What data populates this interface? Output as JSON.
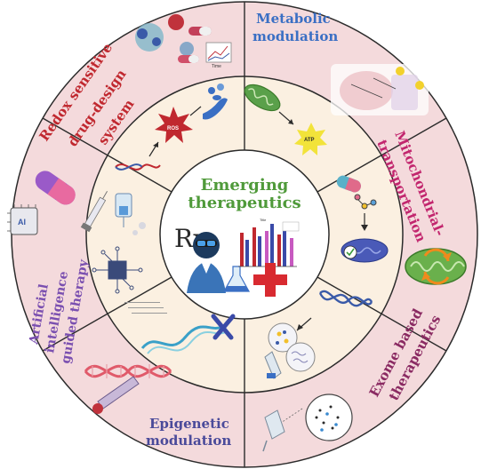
{
  "center": {
    "title_line1": "Emerging",
    "title_line2": "therapeutics",
    "rx_label": "Rx",
    "mini_chart_title": "Title"
  },
  "sectors": [
    {
      "id": "metabolic",
      "label_lines": [
        "Metabolic",
        "modulation"
      ],
      "color": "#3a6fc4"
    },
    {
      "id": "mito",
      "label_lines": [
        "Mitochondrial-",
        "transportation"
      ],
      "color": "#c2266e"
    },
    {
      "id": "exome",
      "label_lines": [
        "Exome based",
        "therapeutics"
      ],
      "color": "#8a2a62"
    },
    {
      "id": "epi",
      "label_lines": [
        "Epigenetic",
        "modulation"
      ],
      "color": "#4a4a9a"
    },
    {
      "id": "ai",
      "label_lines": [
        "Artificial",
        "intelligence",
        "guided therapy"
      ],
      "color": "#7a4fb0"
    },
    {
      "id": "redox",
      "label_lines": [
        "Redox sensitive",
        "drug-design",
        "system"
      ],
      "color": "#c0282f"
    }
  ],
  "icon_labels": {
    "ros": "ROS",
    "atp": "ATP",
    "ai_chip": "AI",
    "mini_chart_time": "Time"
  },
  "colors": {
    "outer_ring": "#f3d9db",
    "middle_ring": "#fbf0e1",
    "center_fill": "#ffffff",
    "divider": "#2b2b2b",
    "title_green": "#4f9a3a"
  }
}
